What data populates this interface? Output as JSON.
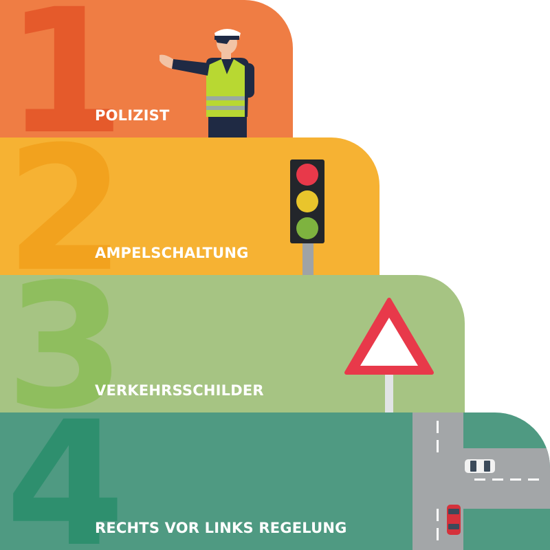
{
  "tiers": [
    {
      "number": "1",
      "label": "POLIZIST",
      "color": "#EF7D44",
      "number_color": "#E55A2B",
      "icon": "police-officer-icon"
    },
    {
      "number": "2",
      "label": "AMPELSCHALTUNG",
      "color": "#F6B233",
      "number_color": "#F2A21E",
      "icon": "traffic-light-icon"
    },
    {
      "number": "3",
      "label": "VERKEHRSSCHILDER",
      "color": "#A6C483",
      "number_color": "#8FBE5E",
      "icon": "warning-sign-icon"
    },
    {
      "number": "4",
      "label": "RECHTS VOR LINKS REGELUNG",
      "color": "#4F9A82",
      "number_color": "#2E8F6E",
      "icon": "intersection-icon"
    }
  ]
}
